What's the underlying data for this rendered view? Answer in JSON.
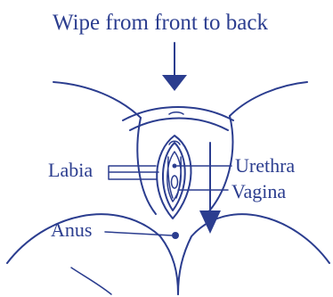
{
  "title": "Wipe from front to back",
  "labels": {
    "labia": "Labia",
    "urethra": "Urethra",
    "vagina": "Vagina",
    "anus": "Anus"
  },
  "colors": {
    "ink": "#2b3d8f",
    "background": "#ffffff"
  }
}
